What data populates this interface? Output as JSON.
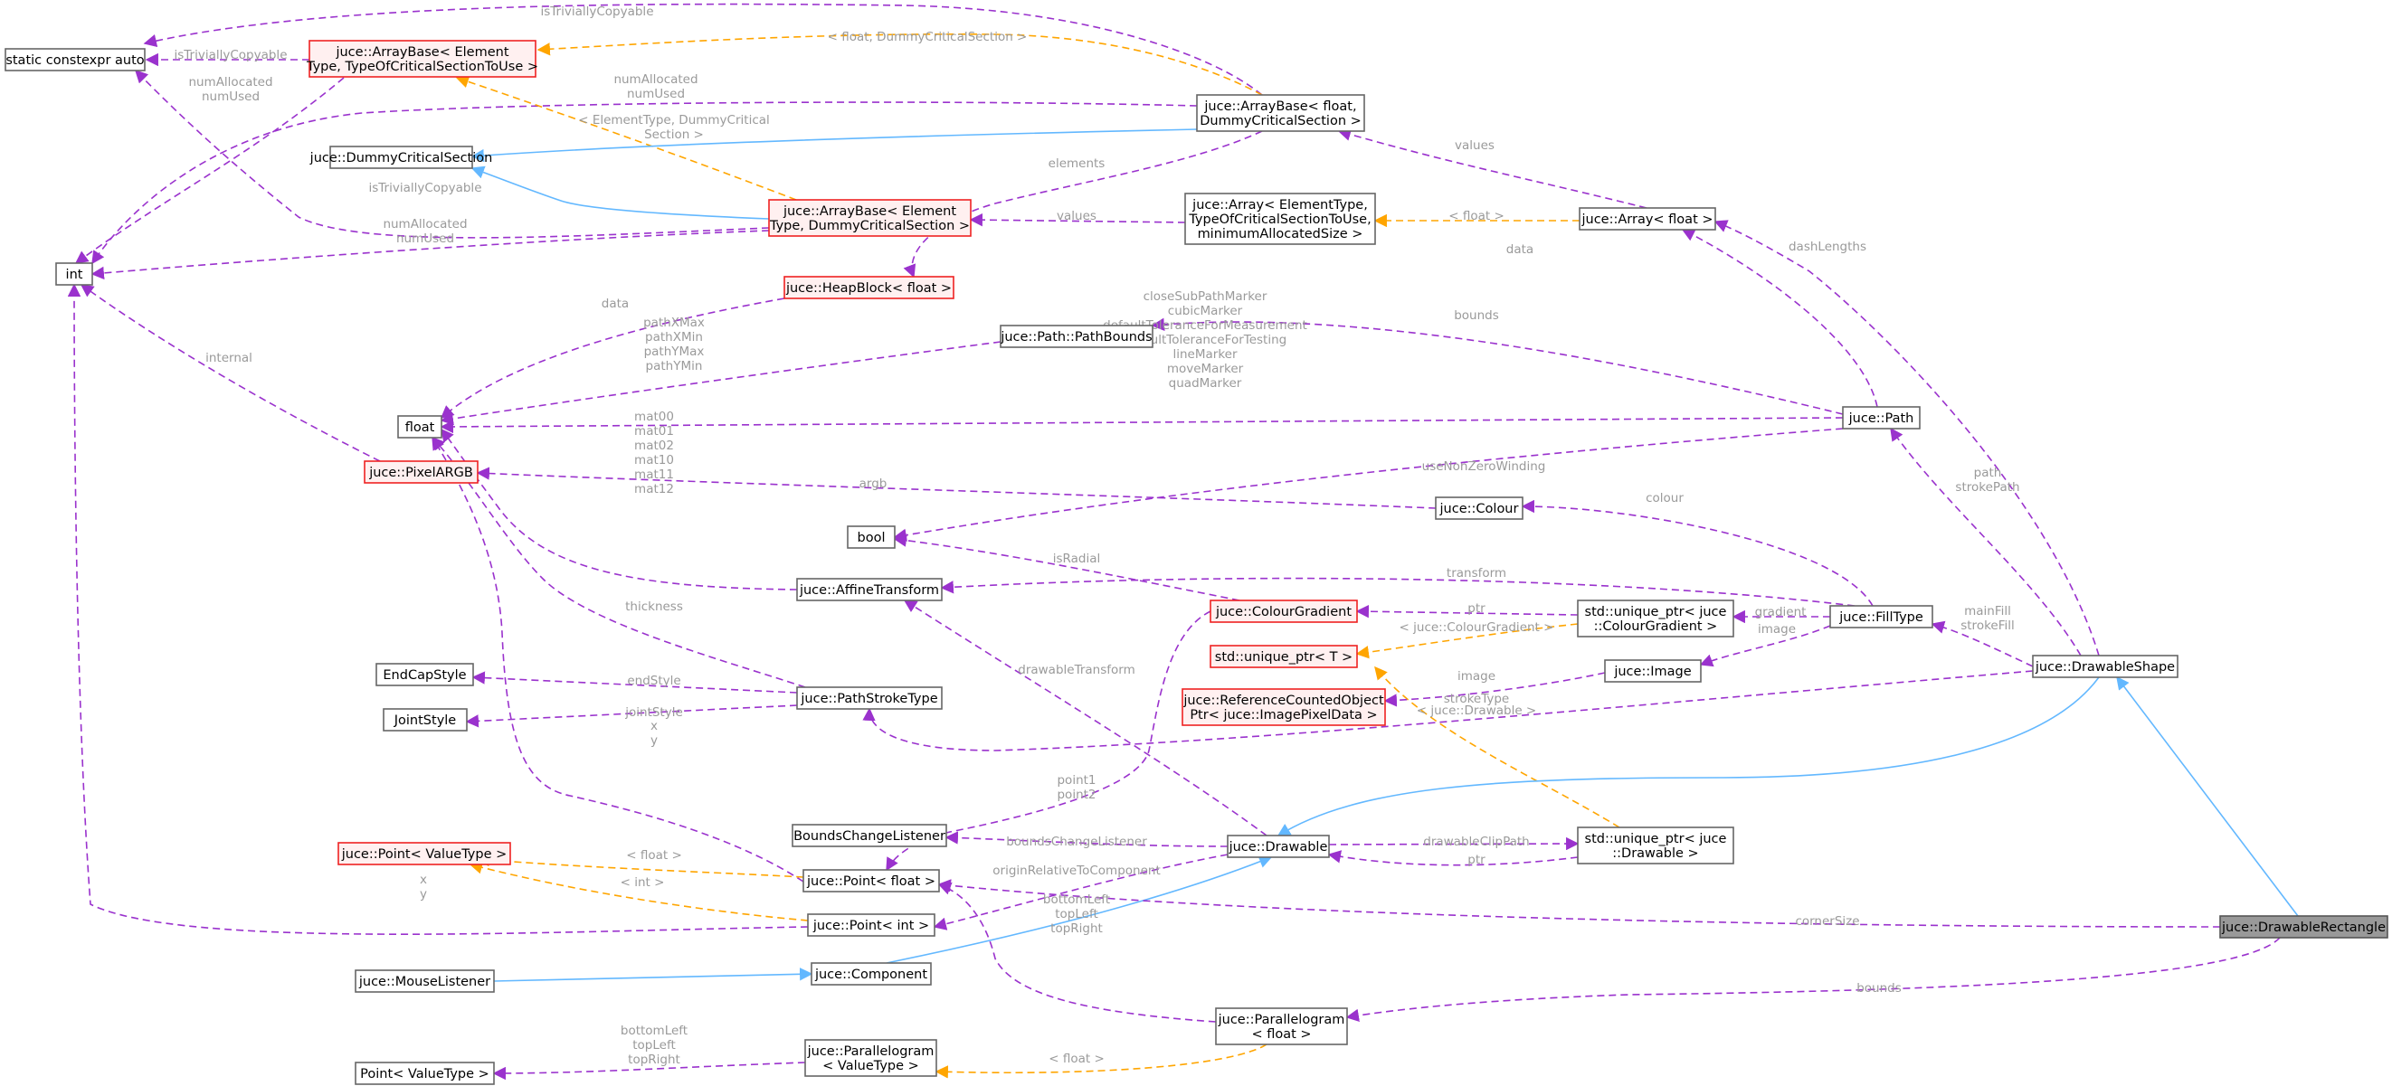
{
  "colors": {
    "usage": "#9a32cd",
    "inheritance": "#63b8ff",
    "template": "#ffa500",
    "selected": "#999999"
  },
  "nodes": {
    "sca": [
      "static constexpr auto"
    ],
    "abet": [
      "juce::ArrayBase< Element",
      "Type, TypeOfCriticalSectionToUse >"
    ],
    "dcs": [
      "juce::DummyCriticalSection"
    ],
    "int": [
      "int"
    ],
    "abed": [
      "juce::ArrayBase< Element",
      "Type, DummyCriticalSection >"
    ],
    "hb": [
      "juce::HeapBlock< float >"
    ],
    "float": [
      "float"
    ],
    "argb": [
      "juce::PixelARGB"
    ],
    "bool": [
      "bool"
    ],
    "af": [
      "juce::AffineTransform"
    ],
    "ecs": [
      "EndCapStyle"
    ],
    "js": [
      "JointStyle"
    ],
    "pst": [
      "juce::PathStrokeType"
    ],
    "bcl": [
      "BoundsChangeListener"
    ],
    "ptv": [
      "juce::Point< ValueType >"
    ],
    "ptf": [
      "juce::Point< float >"
    ],
    "pti": [
      "juce::Point< int >"
    ],
    "ml": [
      "juce::MouseListener"
    ],
    "comp": [
      "juce::Component"
    ],
    "pvt": [
      "Point< ValueType >"
    ],
    "parv": [
      "juce::Parallelogram",
      "< ValueType >"
    ],
    "parf": [
      "juce::Parallelogram",
      "< float >"
    ],
    "abf": [
      "juce::ArrayBase< float,",
      "DummyCriticalSection >"
    ],
    "arr": [
      "juce::Array< ElementType,",
      "TypeOfCriticalSectionToUse,",
      "minimumAllocatedSize >"
    ],
    "pb": [
      "juce::Path::PathBounds"
    ],
    "col": [
      "juce::Colour"
    ],
    "cg": [
      "juce::ColourGradient"
    ],
    "up": [
      "std::unique_ptr< T >"
    ],
    "rco": [
      "juce::ReferenceCountedObject",
      "Ptr< juce::ImagePixelData >"
    ],
    "dr": [
      "juce::Drawable"
    ],
    "upcg": [
      "std::unique_ptr< juce",
      "::ColourGradient >"
    ],
    "img": [
      "juce::Image"
    ],
    "upd": [
      "std::unique_ptr< juce",
      "::Drawable >"
    ],
    "arrf": [
      "juce::Array< float >"
    ],
    "path": [
      "juce::Path"
    ],
    "ft": [
      "juce::FillType"
    ],
    "ds": [
      "juce::DrawableShape"
    ],
    "drr": [
      "juce::DrawableRectangle"
    ]
  },
  "edges": {
    "abf_sca": [
      "isTriviallyCopyable"
    ],
    "abf_abet": [
      "< float, DummyCriticalSection >"
    ],
    "abet_sca": [
      "isTriviallyCopyable"
    ],
    "abet_int": [
      "numAllocated",
      "numUsed"
    ],
    "abf_int": [
      "numAllocated",
      "numUsed"
    ],
    "abed_abet": [
      "< ElementType, DummyCritical",
      "Section >"
    ],
    "abed_sca": [
      "isTriviallyCopyable"
    ],
    "abed_int": [
      "numAllocated",
      "numUsed"
    ],
    "abf_hb": [
      "elements"
    ],
    "arr_abed": [
      "values"
    ],
    "arrf_abf": [
      "values"
    ],
    "arrf_arr": [
      "< float >"
    ],
    "hb_float": [
      "data"
    ],
    "argb_int": [
      "internal"
    ],
    "pb_float": [
      "pathXMax",
      "pathXMin",
      "pathYMax",
      "pathYMin"
    ],
    "path_float": [
      "closeSubPathMarker",
      "cubicMarker",
      "defaultToleranceForMeasurement",
      "defaultToleranceForTesting",
      "lineMarker",
      "moveMarker",
      "quadMarker"
    ],
    "path_pb": [
      "bounds"
    ],
    "path_arrf": [
      "data"
    ],
    "path_bool": [
      "useNonZeroWinding"
    ],
    "col_argb": [
      "argb"
    ],
    "af_float": [
      "mat00",
      "mat01",
      "mat02",
      "mat10",
      "mat11",
      "mat12"
    ],
    "cg_bool": [
      "isRadial"
    ],
    "pst_float": [
      "thickness"
    ],
    "pst_ecs": [
      "endStyle"
    ],
    "pst_js": [
      "jointStyle"
    ],
    "ptf_float": [
      "x",
      "y"
    ],
    "pti_int": [
      "x",
      "y"
    ],
    "ptf_ptv": [
      "< float >"
    ],
    "pti_ptv": [
      "< int >"
    ],
    "cg_ptf": [
      "point1",
      "point2"
    ],
    "dr_bcl": [
      "boundsChangeListener"
    ],
    "dr_pti": [
      "originRelativeToComponent"
    ],
    "dr_af": [
      "drawableTransform"
    ],
    "dr_upd": [
      "drawableClipPath"
    ],
    "upd_dr": [
      "ptr"
    ],
    "upd_up": [
      "< juce::Drawable >"
    ],
    "ft_af": [
      "transform"
    ],
    "ft_col": [
      "colour"
    ],
    "ft_upcg": [
      "gradient"
    ],
    "ft_img": [
      "image"
    ],
    "upcg_cg": [
      "ptr"
    ],
    "upcg_up": [
      "< juce::ColourGradient >"
    ],
    "img_rco": [
      "image"
    ],
    "ds_arrf": [
      "dashLengths"
    ],
    "ds_path": [
      "path",
      "strokePath"
    ],
    "ds_ft": [
      "mainFill",
      "strokeFill"
    ],
    "ds_pst": [
      "strokeType"
    ],
    "drr_ptf": [
      "cornerSize"
    ],
    "drr_parf": [
      "bounds"
    ],
    "parf_ptf": [
      "bottomLeft",
      "topLeft",
      "topRight"
    ],
    "parv_pvt": [
      "bottomLeft",
      "topLeft",
      "topRight"
    ],
    "parv_parf": [
      "< float >"
    ]
  }
}
